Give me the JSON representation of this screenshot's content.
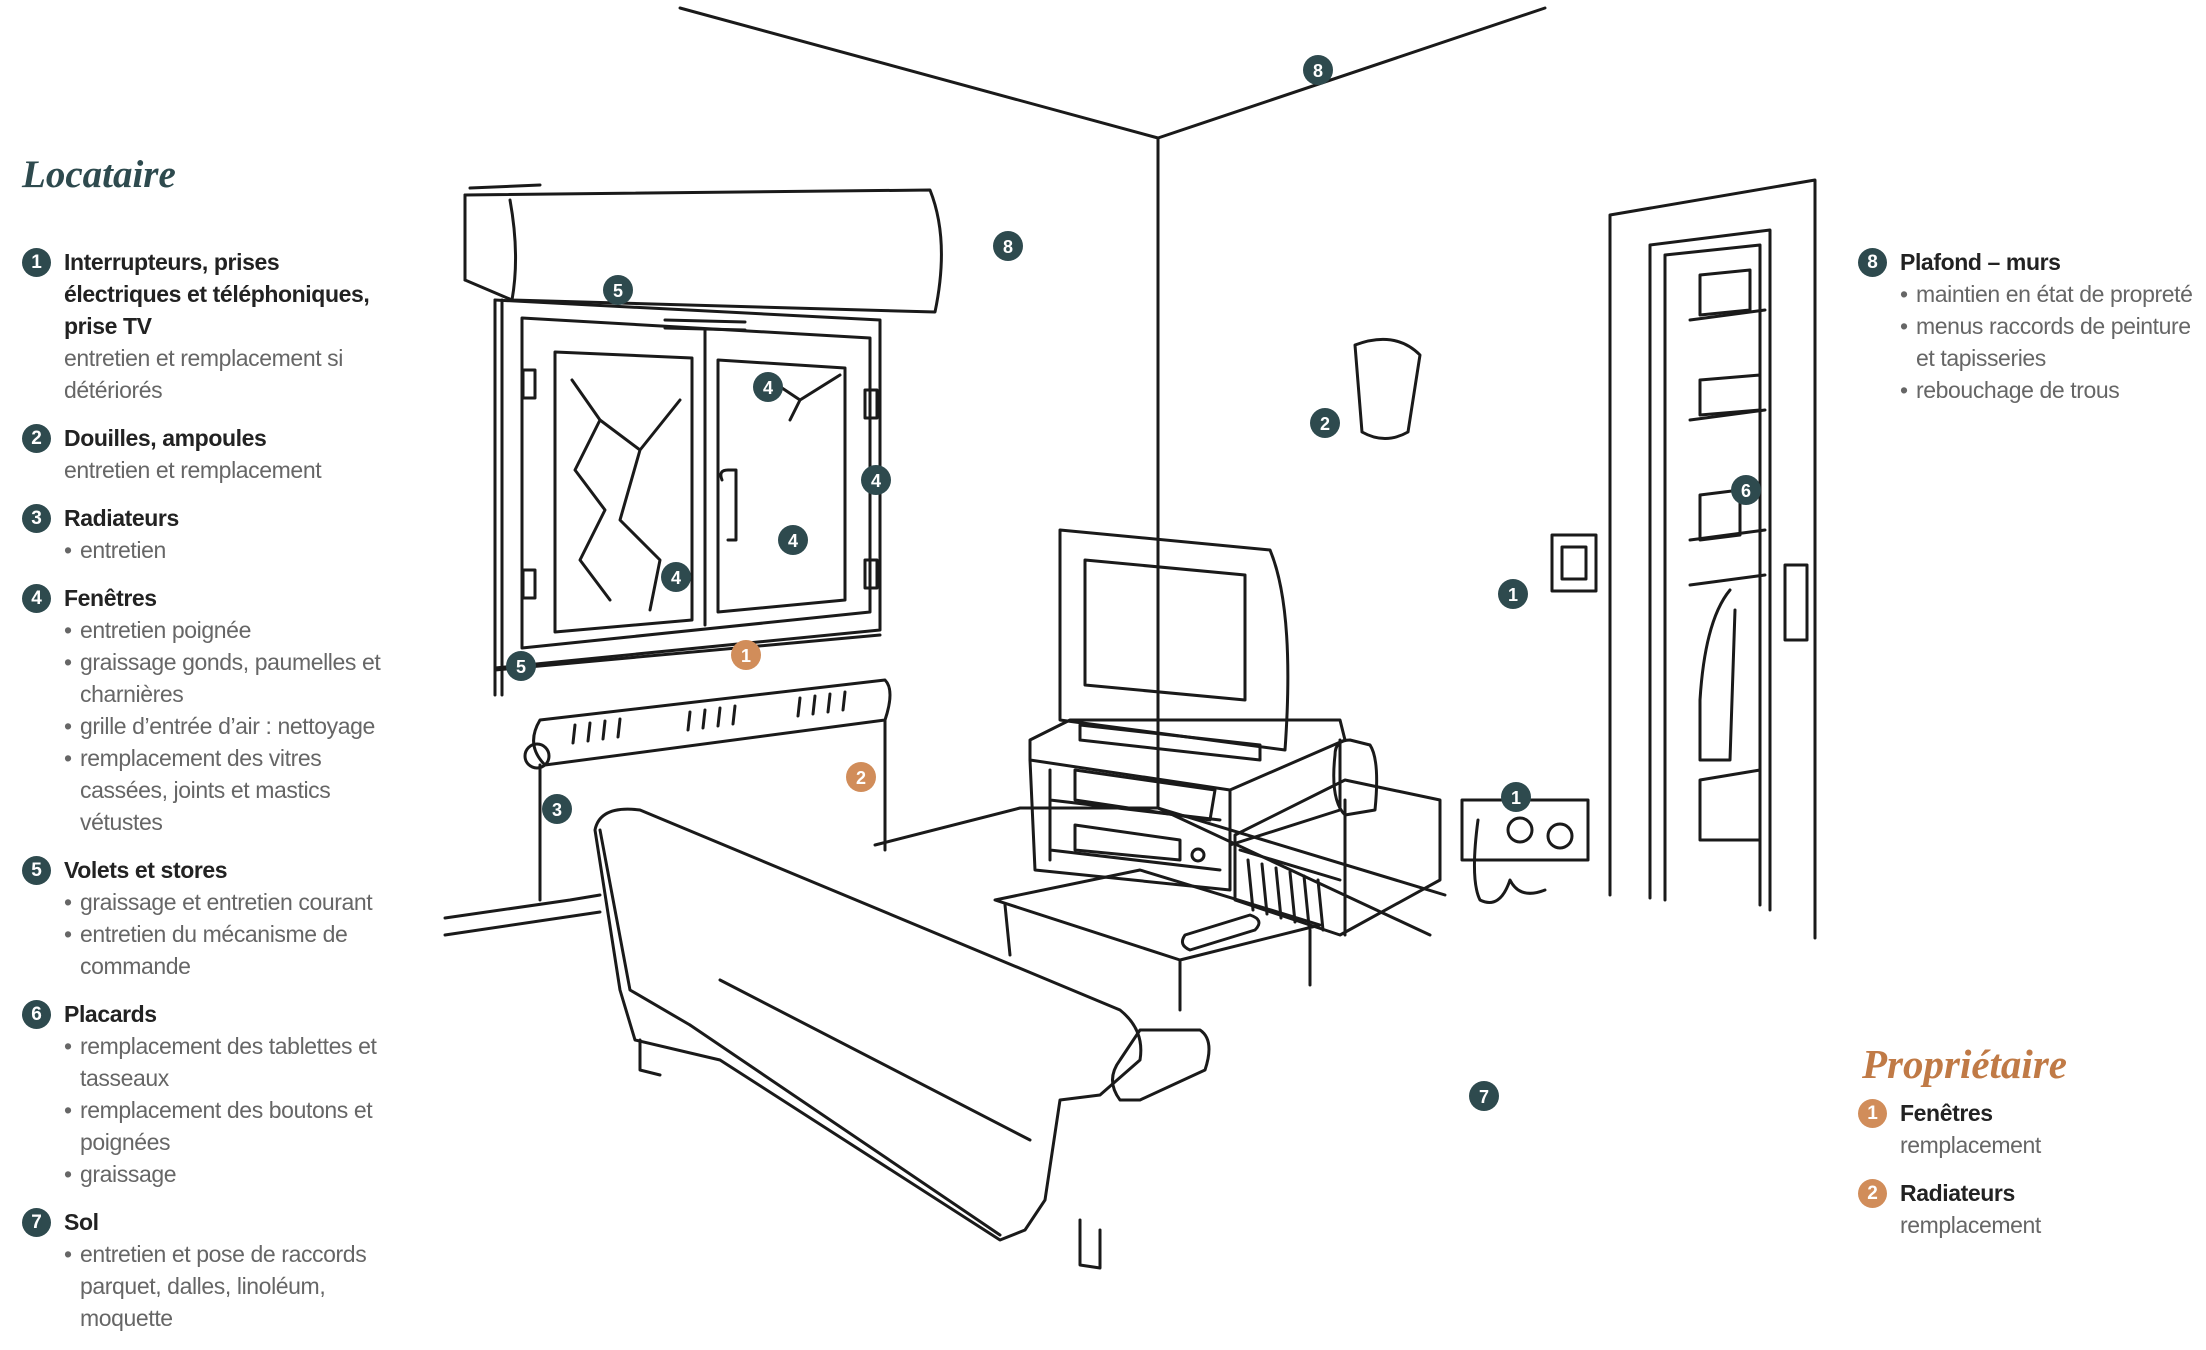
{
  "tenant": {
    "title": "Locataire",
    "items": [
      {
        "num": "1",
        "title": "Interrupteurs, prises électriques et téléphoniques, prise TV",
        "desc": "entretien et remplacement si détériorés",
        "bullets": []
      },
      {
        "num": "2",
        "title": "Douilles, ampoules",
        "desc": "entretien et remplacement",
        "bullets": []
      },
      {
        "num": "3",
        "title": "Radiateurs",
        "desc": "",
        "bullets": [
          "entretien"
        ]
      },
      {
        "num": "4",
        "title": "Fenêtres",
        "desc": "",
        "bullets": [
          "entretien poignée",
          "graissage gonds, paumelles et charnières",
          "grille d’entrée d’air : nettoyage",
          "remplacement des vitres cassées, joints et mastics vétustes"
        ]
      },
      {
        "num": "5",
        "title": "Volets et stores",
        "desc": "",
        "bullets": [
          "graissage et entretien courant",
          "entretien du mécanisme de commande"
        ]
      },
      {
        "num": "6",
        "title": "Placards",
        "desc": "",
        "bullets": [
          "remplacement des tablettes et tasseaux",
          "remplacement des boutons et poignées",
          "graissage"
        ]
      },
      {
        "num": "7",
        "title": "Sol",
        "desc": "",
        "bullets": [
          "entretien et pose de raccords parquet, dalles, linoléum, moquette"
        ]
      }
    ],
    "item8": {
      "num": "8",
      "title": "Plafond – murs",
      "desc": "",
      "bullets": [
        "maintien en état de propreté",
        "menus raccords de peinture et tapisseries",
        "rebouchage de trous"
      ]
    }
  },
  "owner": {
    "title": "Propriétaire",
    "items": [
      {
        "num": "1",
        "title": "Fenêtres",
        "desc": "remplacement"
      },
      {
        "num": "2",
        "title": "Radiateurs",
        "desc": "remplacement"
      }
    ]
  },
  "colors": {
    "tenant_marker": "#2e4a4e",
    "owner_marker": "#d18d5a",
    "tenant_heading": "#2e4a4e",
    "owner_heading": "#c07a46"
  },
  "markers": [
    {
      "label": "8",
      "type": "tenant"
    },
    {
      "label": "8",
      "type": "tenant"
    },
    {
      "label": "5",
      "type": "tenant"
    },
    {
      "label": "4",
      "type": "tenant"
    },
    {
      "label": "4",
      "type": "tenant"
    },
    {
      "label": "4",
      "type": "tenant"
    },
    {
      "label": "4",
      "type": "tenant"
    },
    {
      "label": "5",
      "type": "tenant"
    },
    {
      "label": "1",
      "type": "owner"
    },
    {
      "label": "2",
      "type": "owner"
    },
    {
      "label": "3",
      "type": "tenant"
    },
    {
      "label": "2",
      "type": "tenant"
    },
    {
      "label": "1",
      "type": "tenant"
    },
    {
      "label": "1",
      "type": "tenant"
    },
    {
      "label": "6",
      "type": "tenant"
    },
    {
      "label": "7",
      "type": "tenant"
    }
  ]
}
